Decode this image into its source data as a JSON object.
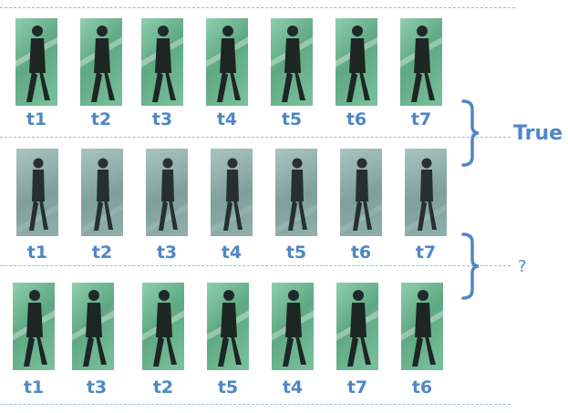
{
  "rows": [
    {
      "variant": "green",
      "labels": [
        "t1",
        "t2",
        "t3",
        "t4",
        "t5",
        "t6",
        "t7"
      ]
    },
    {
      "variant": "gray",
      "labels": [
        "t1",
        "t2",
        "t3",
        "t4",
        "t5",
        "t6",
        "t7"
      ]
    },
    {
      "variant": "green",
      "labels": [
        "t1",
        "t3",
        "t2",
        "t5",
        "t4",
        "t7",
        "t6"
      ]
    }
  ],
  "comparisons": {
    "top": "True",
    "bottom": "?"
  },
  "colors": {
    "accent": "#4f86c6",
    "dash": "#9cb8d8"
  }
}
